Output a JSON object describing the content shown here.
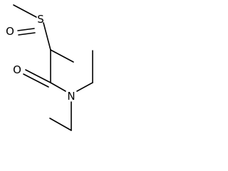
{
  "molecule": {
    "atoms": {
      "sulfur": "S",
      "sulfinyl_oxygen": "O",
      "carbonyl_oxygen": "O",
      "nitrogen": "N"
    }
  }
}
